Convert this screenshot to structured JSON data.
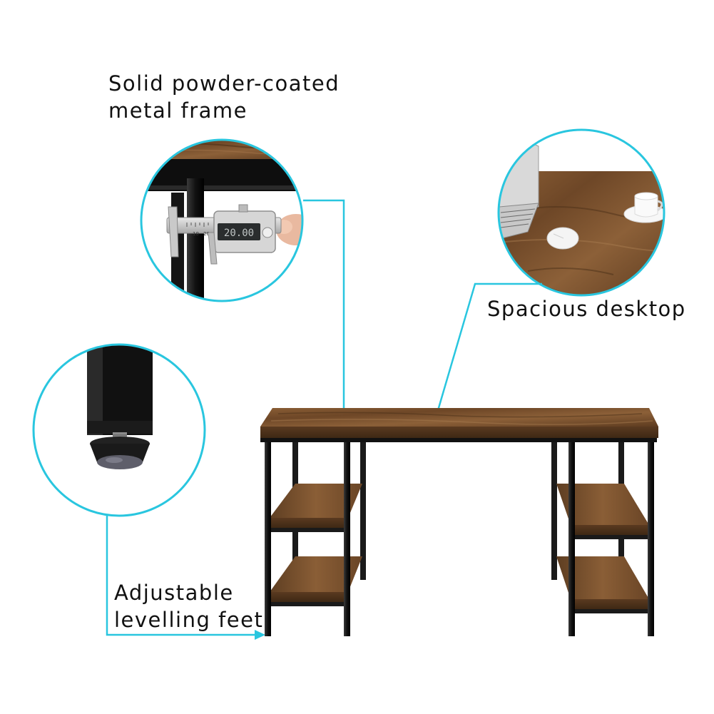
{
  "callouts": {
    "frame": {
      "line1": "Solid powder-coated",
      "line2": "metal frame"
    },
    "desktop": {
      "line1": "Spacious desktop"
    },
    "feet": {
      "line1": "Adjustable",
      "line2": "levelling feet"
    }
  },
  "caliper_readout": "20.00",
  "caliper_scale_labels": [
    "10",
    "20"
  ],
  "colors": {
    "accent": "#29c6df",
    "wood": "#7a5230",
    "metal": "#1a1a1a"
  }
}
